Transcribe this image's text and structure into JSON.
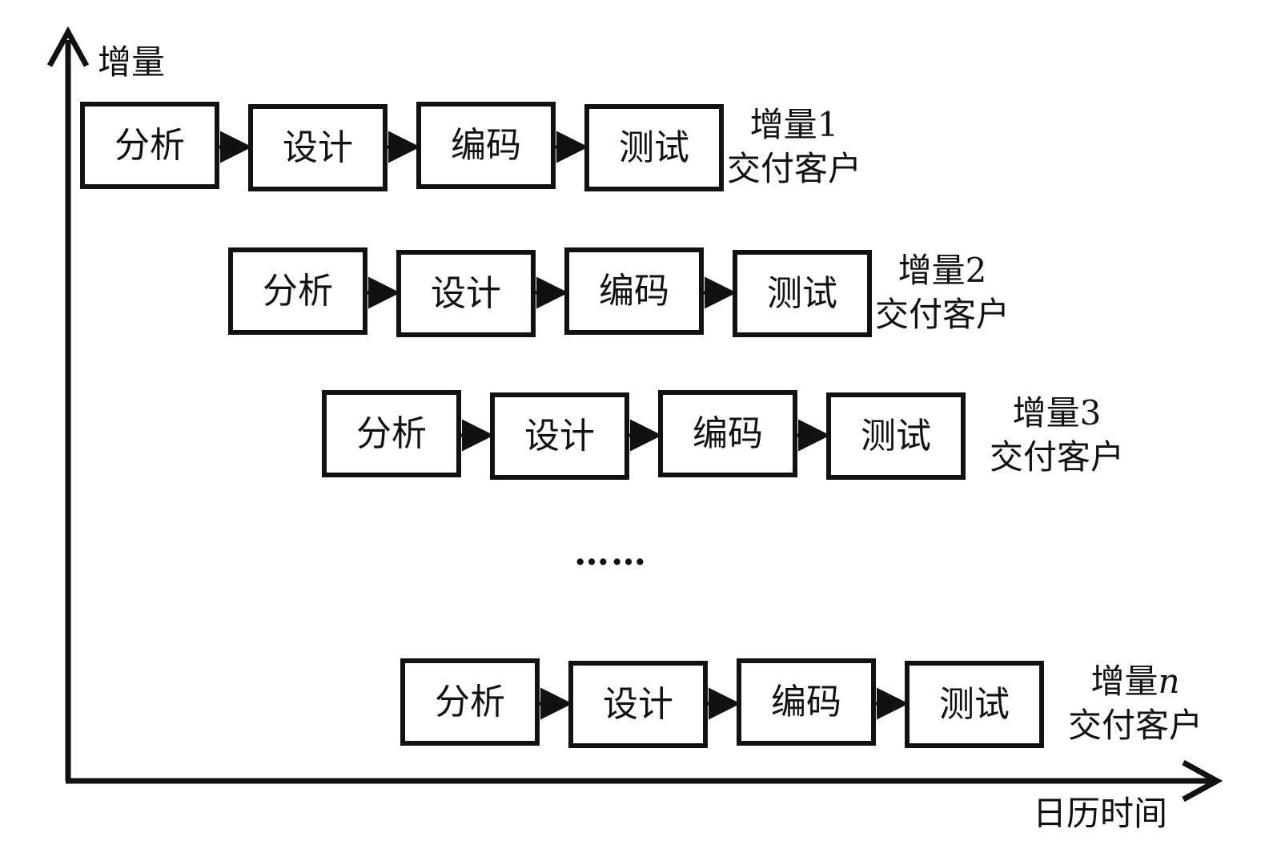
{
  "axes": {
    "y_label": "增量",
    "x_label": "日历时间"
  },
  "stages": [
    "分析",
    "设计",
    "编码",
    "测试"
  ],
  "increments": [
    {
      "id": "inc-1",
      "label_top": "增量1",
      "label_bottom": "交付客户"
    },
    {
      "id": "inc-2",
      "label_top": "增量2",
      "label_bottom": "交付客户"
    },
    {
      "id": "inc-3",
      "label_top": "增量3",
      "label_bottom": "交付客户"
    },
    {
      "id": "inc-n",
      "label_top": "增量",
      "label_top_italic": "n",
      "label_bottom": "交付客户"
    }
  ],
  "ellipsis": "……"
}
